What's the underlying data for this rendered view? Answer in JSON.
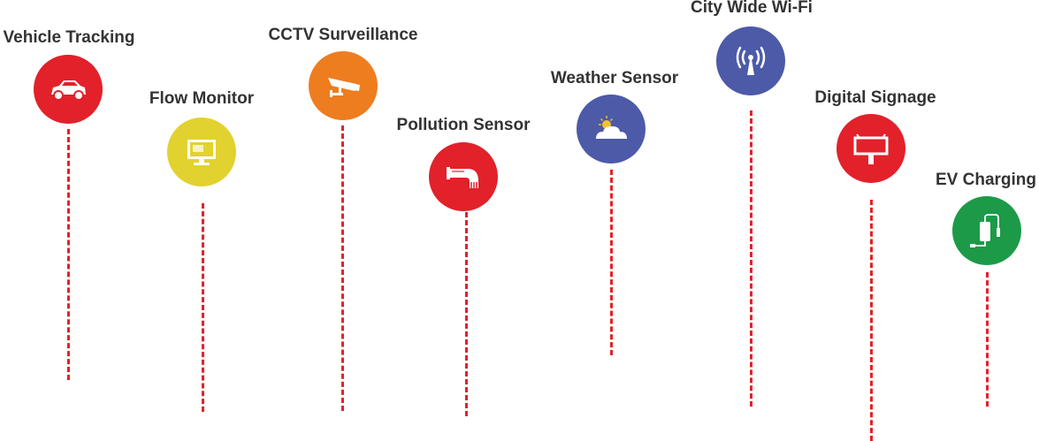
{
  "items": [
    {
      "label": "Vehicle Tracking",
      "icon": "car-icon",
      "color": "#e2212a"
    },
    {
      "label": "Flow Monitor",
      "icon": "monitor-icon",
      "color": "#e2d22f"
    },
    {
      "label": "CCTV Surveillance",
      "icon": "cctv-camera-icon",
      "color": "#ee7d1f"
    },
    {
      "label": "Pollution Sensor",
      "icon": "pipe-outflow-icon",
      "color": "#e2212a"
    },
    {
      "label": "Weather Sensor",
      "icon": "sun-cloud-icon",
      "color": "#4c5aa8"
    },
    {
      "label": "City Wide Wi-Fi",
      "icon": "wifi-antenna-icon",
      "color": "#4c5aa8"
    },
    {
      "label": "Digital Signage",
      "icon": "billboard-icon",
      "color": "#e2212a"
    },
    {
      "label": "EV Charging",
      "icon": "ev-charger-icon",
      "color": "#1c9a48"
    }
  ]
}
